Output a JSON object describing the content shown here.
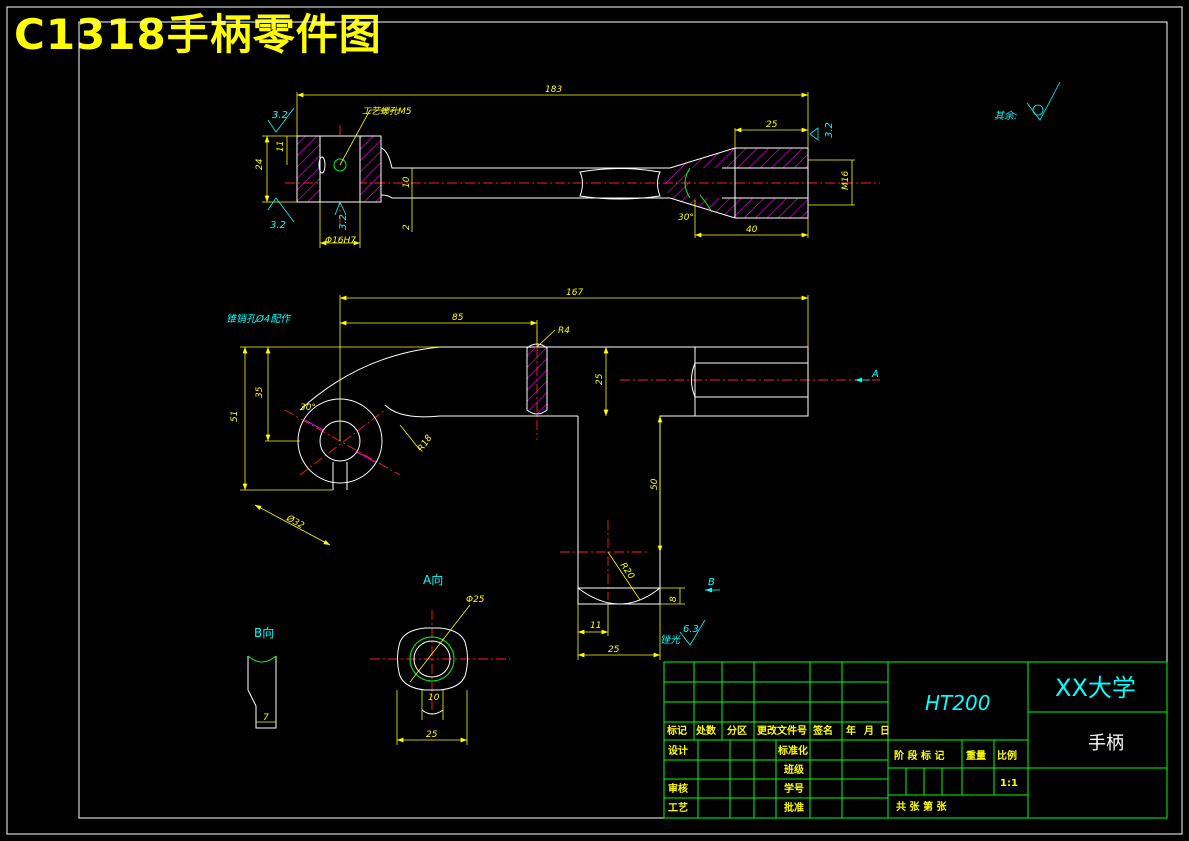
{
  "title": "C1318手柄零件图",
  "views": {
    "top": {
      "dim_total": "183",
      "dim_25": "25",
      "dim_40": "40",
      "dim_24": "24",
      "dim_11": "11",
      "dim_10": "10",
      "dim_2": "2",
      "dim_bore": "Φ16H7",
      "dim_thread": "M16",
      "angle": "30°",
      "note_hole": "工艺螺孔M5",
      "rough_1": "3.2",
      "rough_2": "3.2",
      "rough_3": "3.2",
      "rough_4": "3.2"
    },
    "front": {
      "note": "锥销孔Ø4配作",
      "dim_167": "167",
      "dim_85": "85",
      "dim_r4": "R4",
      "dim_25": "25",
      "dim_51": "51",
      "dim_35": "35",
      "dim_30": "30°",
      "dim_r18": "R18",
      "dim_d32": "Ø32",
      "dim_50": "50",
      "dim_r20": "R20",
      "dim_8": "8",
      "dim_11": "11",
      "dim_25b": "25",
      "arrow_a": "A",
      "arrow_b": "B"
    },
    "a_view": {
      "label": "A向",
      "dim_d25": "Φ25",
      "dim_10": "10",
      "dim_25": "25"
    },
    "b_view": {
      "label": "B向",
      "dim_7": "7"
    },
    "rough_other": "其余:",
    "rough_polish": "锉光",
    "rough_polish_val": "6.3"
  },
  "title_block": {
    "material": "HT200",
    "school": "XX大学",
    "part_name": "手柄",
    "row_headers": [
      "标记",
      "处数",
      "分区",
      "更改文件号",
      "签名",
      "年",
      "月",
      "日"
    ],
    "design": "设计",
    "standard": "标准化",
    "check": "审核",
    "process": "工艺",
    "class": "班级",
    "student_no": "学号",
    "approve": "批准",
    "stage_mark": "阶 段 标 记",
    "weight": "重量",
    "scale_label": "比例",
    "scale_value": "1:1",
    "sheets": "共    张  第    张"
  },
  "colors": {
    "background": "#000000",
    "outline": "#ffffff",
    "dimension": "#ffff00",
    "centerline": "#ff2020",
    "border": "#00ff00",
    "annotation": "#00ffff",
    "hatch": "#ff00ff"
  }
}
